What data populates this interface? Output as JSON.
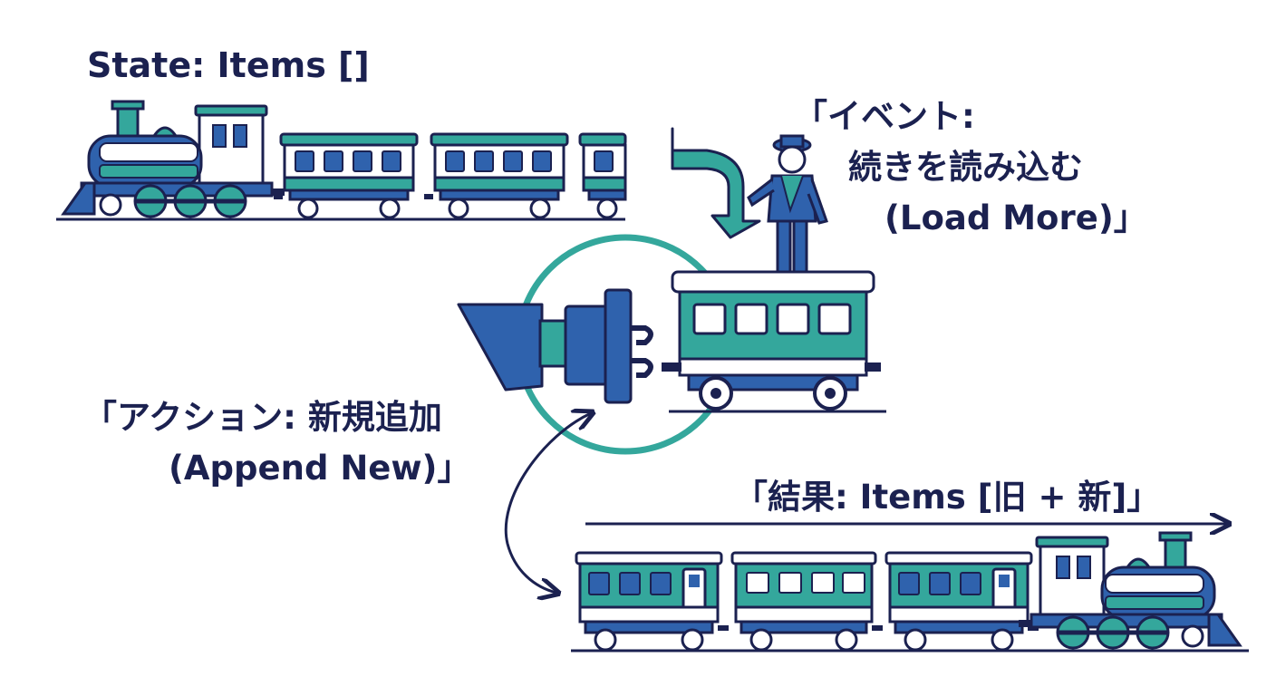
{
  "labels": {
    "state": "State: Items []",
    "event": {
      "line1": "「イベント:",
      "line2": "続きを読み込む",
      "line3": "(Load More)」"
    },
    "action": {
      "line1": "「アクション: 新規追加",
      "line2": "(Append New)」"
    },
    "result": "「結果: Items [旧 + 新]」"
  },
  "colors": {
    "navy": "#1b2150",
    "blue": "#2f62ad",
    "teal": "#34a79c",
    "white": "#ffffff",
    "background": "#ffffff"
  },
  "icons": {
    "top_train": "steam-locomotive-with-cars",
    "conductor": "train-conductor-person",
    "coupler": "coupling-plug",
    "new_car": "passenger-car",
    "result_train": "steam-locomotive-with-cars"
  }
}
